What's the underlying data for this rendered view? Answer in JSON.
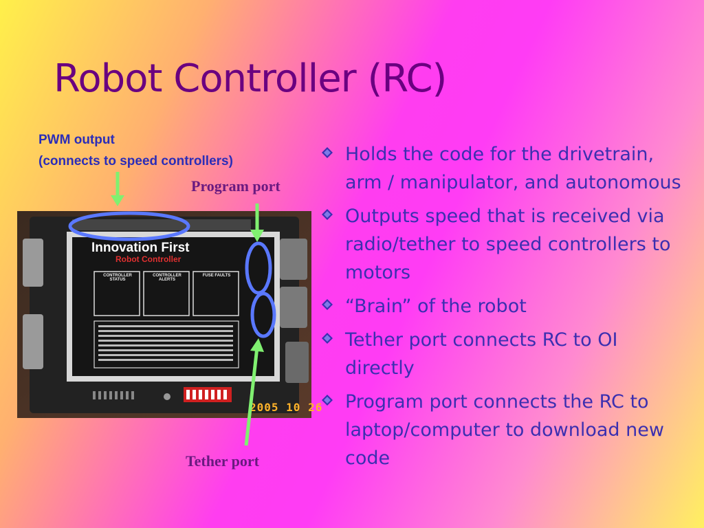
{
  "slide": {
    "title": "Robot Controller (RC)",
    "labels": {
      "pwm_line1": "PWM output",
      "pwm_line2": "(connects to speed controllers)",
      "program_port": "Program port",
      "tether_port": "Tether port"
    },
    "bullets": [
      "Holds the code for the drivetrain, arm / manipulator, and autonomous",
      "Outputs speed that is received via radio/tether to speed controllers to motors",
      "“Brain” of the robot",
      "Tether port connects RC to OI directly",
      "Program port connects the RC to laptop/computer to download new code"
    ],
    "photo": {
      "brand": "Innovation First",
      "product": "Robot Controller",
      "sections": [
        "CONTROLLER STATUS",
        "CONTROLLER ALERTS",
        "FUSE FAULTS"
      ],
      "date_stamp": "2005 10 26"
    },
    "colors": {
      "title": "#6a0080",
      "bullet_text": "#3b2fb0",
      "arrow": "#80f070",
      "ellipse": "#5a78ff"
    }
  }
}
